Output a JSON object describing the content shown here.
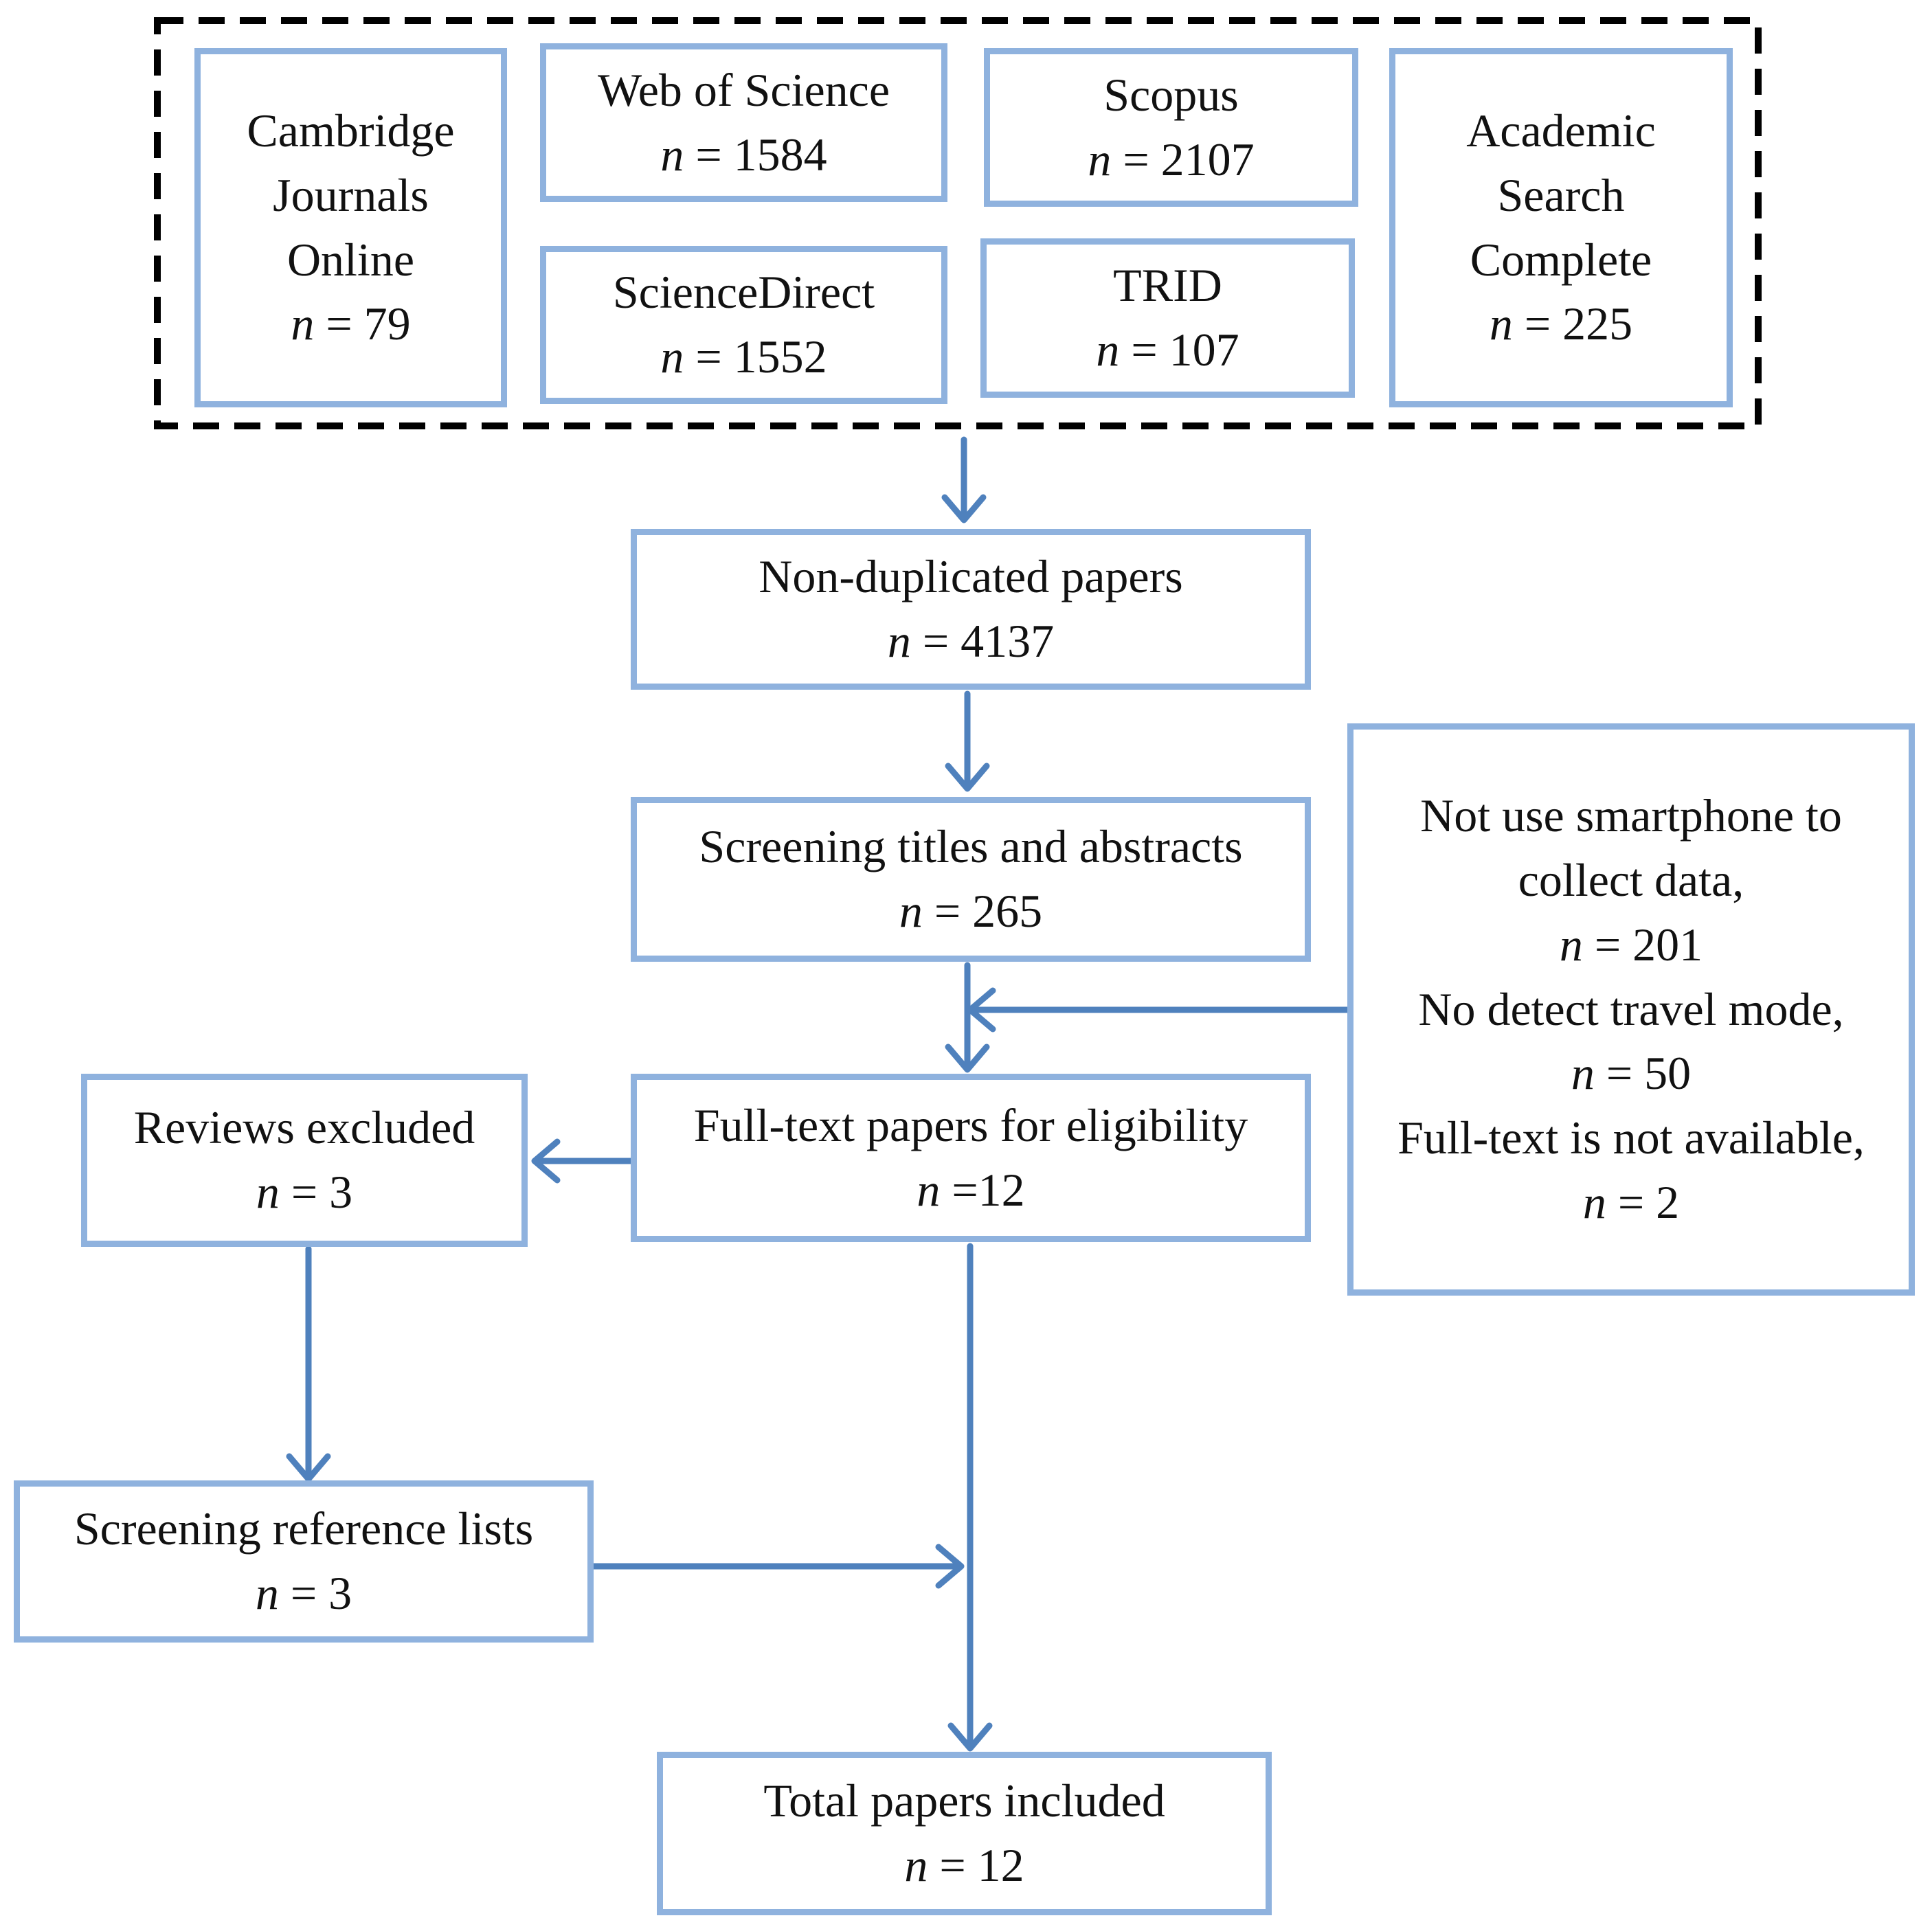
{
  "colors": {
    "box_border": "#8fb2de",
    "arrow": "#4f81bd",
    "dashed_group": "#000000"
  },
  "sources": [
    {
      "lines": [
        "Cambridge",
        "Journals",
        "Online"
      ],
      "n": "79"
    },
    {
      "lines": [
        "Web of Science"
      ],
      "n": "1584"
    },
    {
      "lines": [
        "Scopus"
      ],
      "n": "2107"
    },
    {
      "lines": [
        "Academic",
        "Search",
        "Complete"
      ],
      "n": "225"
    },
    {
      "lines": [
        "ScienceDirect"
      ],
      "n": "1552"
    },
    {
      "lines": [
        "TRID"
      ],
      "n": "107"
    }
  ],
  "steps": {
    "nondup": {
      "label": "Non-duplicated papers",
      "n": "4137"
    },
    "screening": {
      "label": "Screening titles and abstracts",
      "n": "265"
    },
    "fulltext": {
      "label": "Full-text papers for eligibility",
      "n": "12"
    },
    "reviews": {
      "label": "Reviews excluded",
      "n": "3"
    },
    "reflists": {
      "label": "Screening reference lists",
      "n": "3"
    },
    "total": {
      "label": "Total papers included",
      "n": "12"
    }
  },
  "exclusions": {
    "line1": "Not use smartphone to",
    "line2": "collect data,",
    "n1": "201",
    "line3": "No detect travel mode,",
    "n2": "50",
    "line4": "Full-text is not available,",
    "n3": "2"
  }
}
